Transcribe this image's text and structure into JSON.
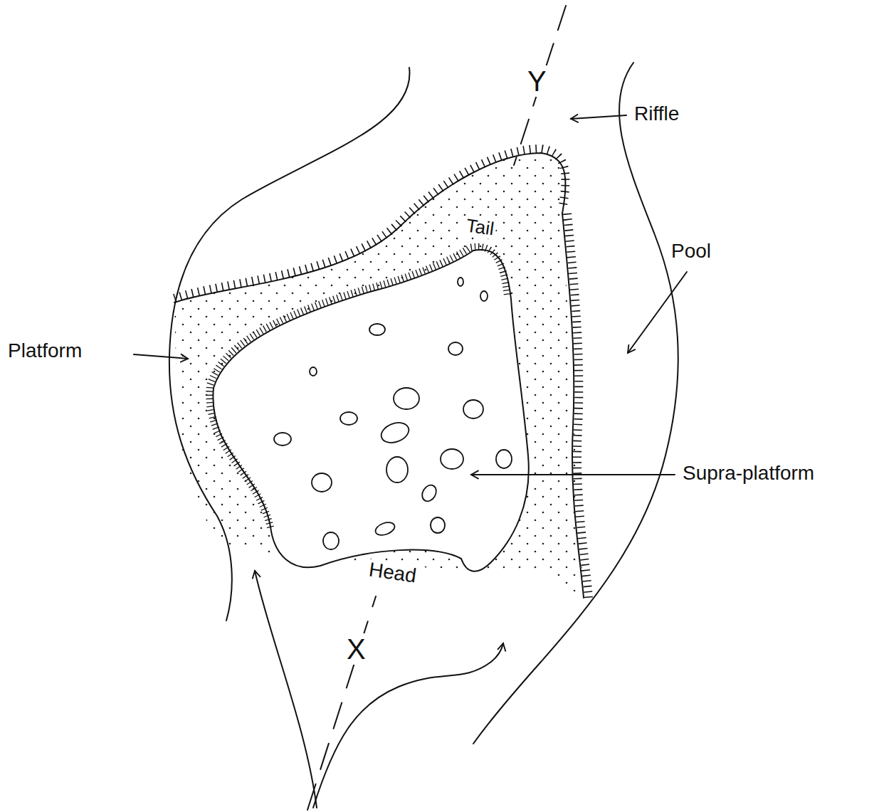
{
  "diagram": {
    "labels": [
      "Y",
      "Riffle",
      "Tail",
      "Pool",
      "Platform",
      "Supra-platform",
      "Head",
      "X"
    ]
  }
}
